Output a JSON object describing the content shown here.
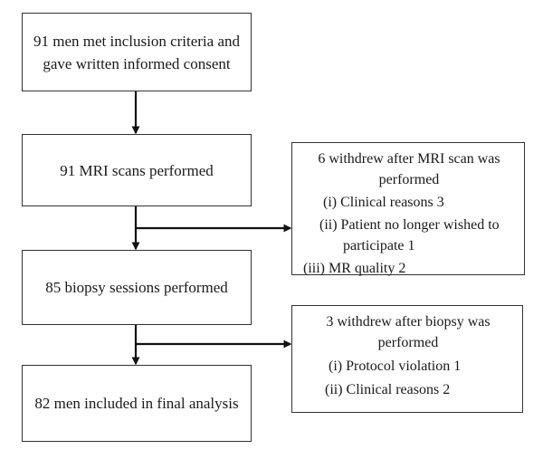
{
  "flow": {
    "step1": {
      "line1": "91 men met inclusion criteria and",
      "line2": "gave written informed consent"
    },
    "step2": {
      "text": "91 MRI scans performed"
    },
    "step3": {
      "text": "85 biopsy sessions performed"
    },
    "step4": {
      "text": "82 men included in final analysis"
    }
  },
  "withdrawals": {
    "after_mri": {
      "line1": "6 withdrew after MRI scan was",
      "line2": "performed",
      "items": [
        {
          "num": "(i)",
          "text": "Clinical reasons 3"
        },
        {
          "num": "(ii)",
          "text": "Patient no longer wished to",
          "cont": "participate 1"
        },
        {
          "num": "(iii)",
          "text": "MR quality 2"
        }
      ]
    },
    "after_biopsy": {
      "line1": "3 withdrew after biopsy was",
      "line2": "performed",
      "items": [
        {
          "num": "(i)",
          "text": "Protocol violation 1"
        },
        {
          "num": "(ii)",
          "text": "Clinical reasons 2"
        }
      ]
    }
  }
}
